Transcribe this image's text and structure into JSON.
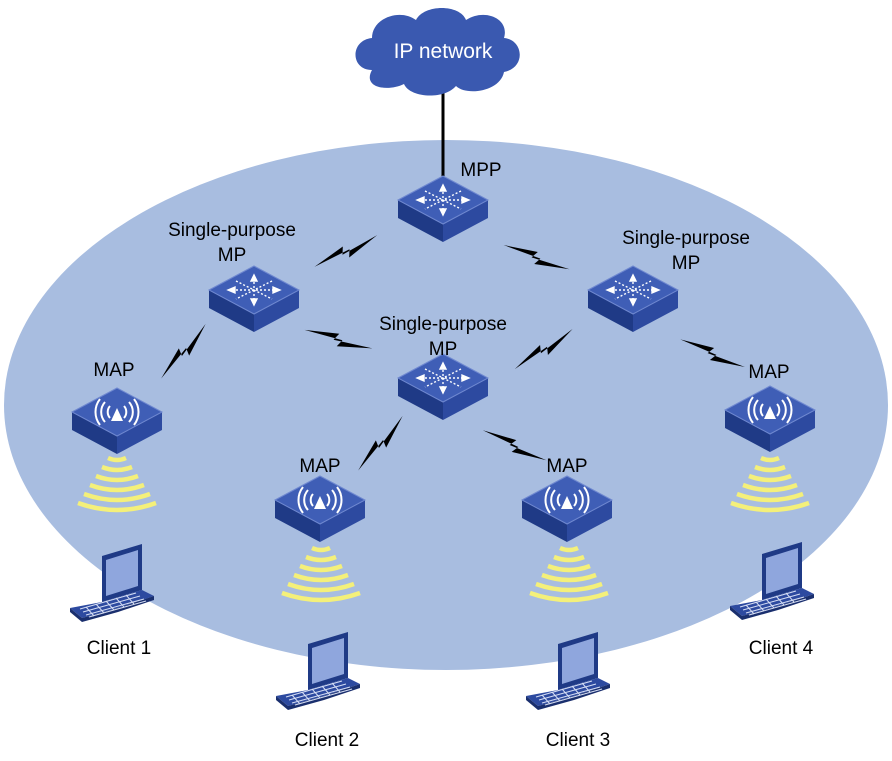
{
  "diagram": {
    "cloud": {
      "label": "IP network"
    },
    "nodes": {
      "mpp": {
        "label": "MPP"
      },
      "mp_left": {
        "label_line1": "Single-purpose",
        "label_line2": "MP"
      },
      "mp_center": {
        "label_line1": "Single-purpose",
        "label_line2": "MP"
      },
      "mp_right": {
        "label_line1": "Single-purpose",
        "label_line2": "MP"
      },
      "map_1": {
        "label": "MAP"
      },
      "map_2": {
        "label": "MAP"
      },
      "map_3": {
        "label": "MAP"
      },
      "map_4": {
        "label": "MAP"
      }
    },
    "clients": [
      {
        "label": "Client 1"
      },
      {
        "label": "Client 2"
      },
      {
        "label": "Client 3"
      },
      {
        "label": "Client 4"
      }
    ],
    "colors": {
      "mesh_area": "#a8bde0",
      "device_top": "#3f5eb6",
      "device_side": "#1f3a86",
      "cloud": "#3a59b0",
      "signal": "#f4f07a",
      "wireless_bolt": "#000000"
    }
  }
}
